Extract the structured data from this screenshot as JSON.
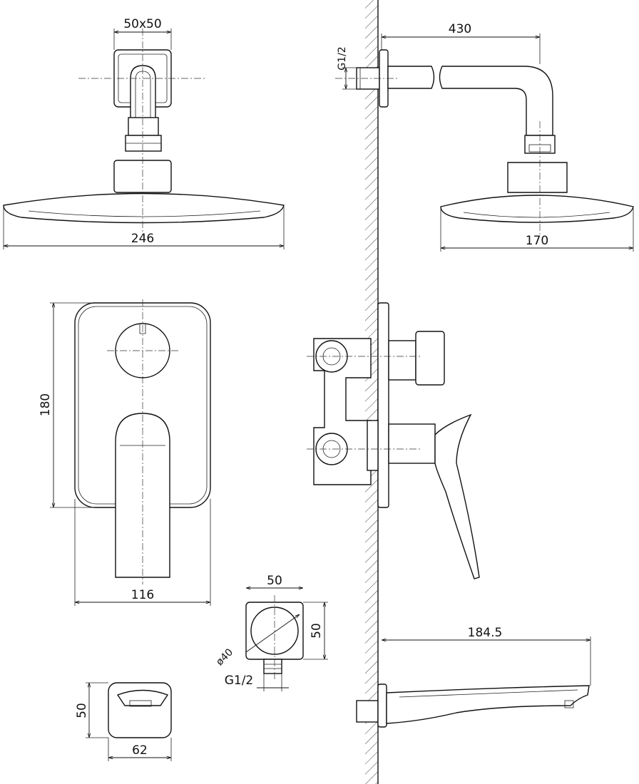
{
  "drawing": {
    "head_front": {
      "bracket_dim": "50x50",
      "width_dim": "246"
    },
    "head_side": {
      "thread_dim": "G1/2",
      "arm_length_dim": "430",
      "width_dim": "170"
    },
    "mixer_front": {
      "height_dim": "180",
      "width_dim": "116"
    },
    "outlet": {
      "width_dim": "50",
      "height_dim": "50",
      "diameter_dim": "ø40",
      "thread_dim": "G1/2"
    },
    "spout_side": {
      "length_dim": "184.5"
    },
    "spout_front": {
      "height_dim": "50",
      "width_dim": "62"
    }
  }
}
